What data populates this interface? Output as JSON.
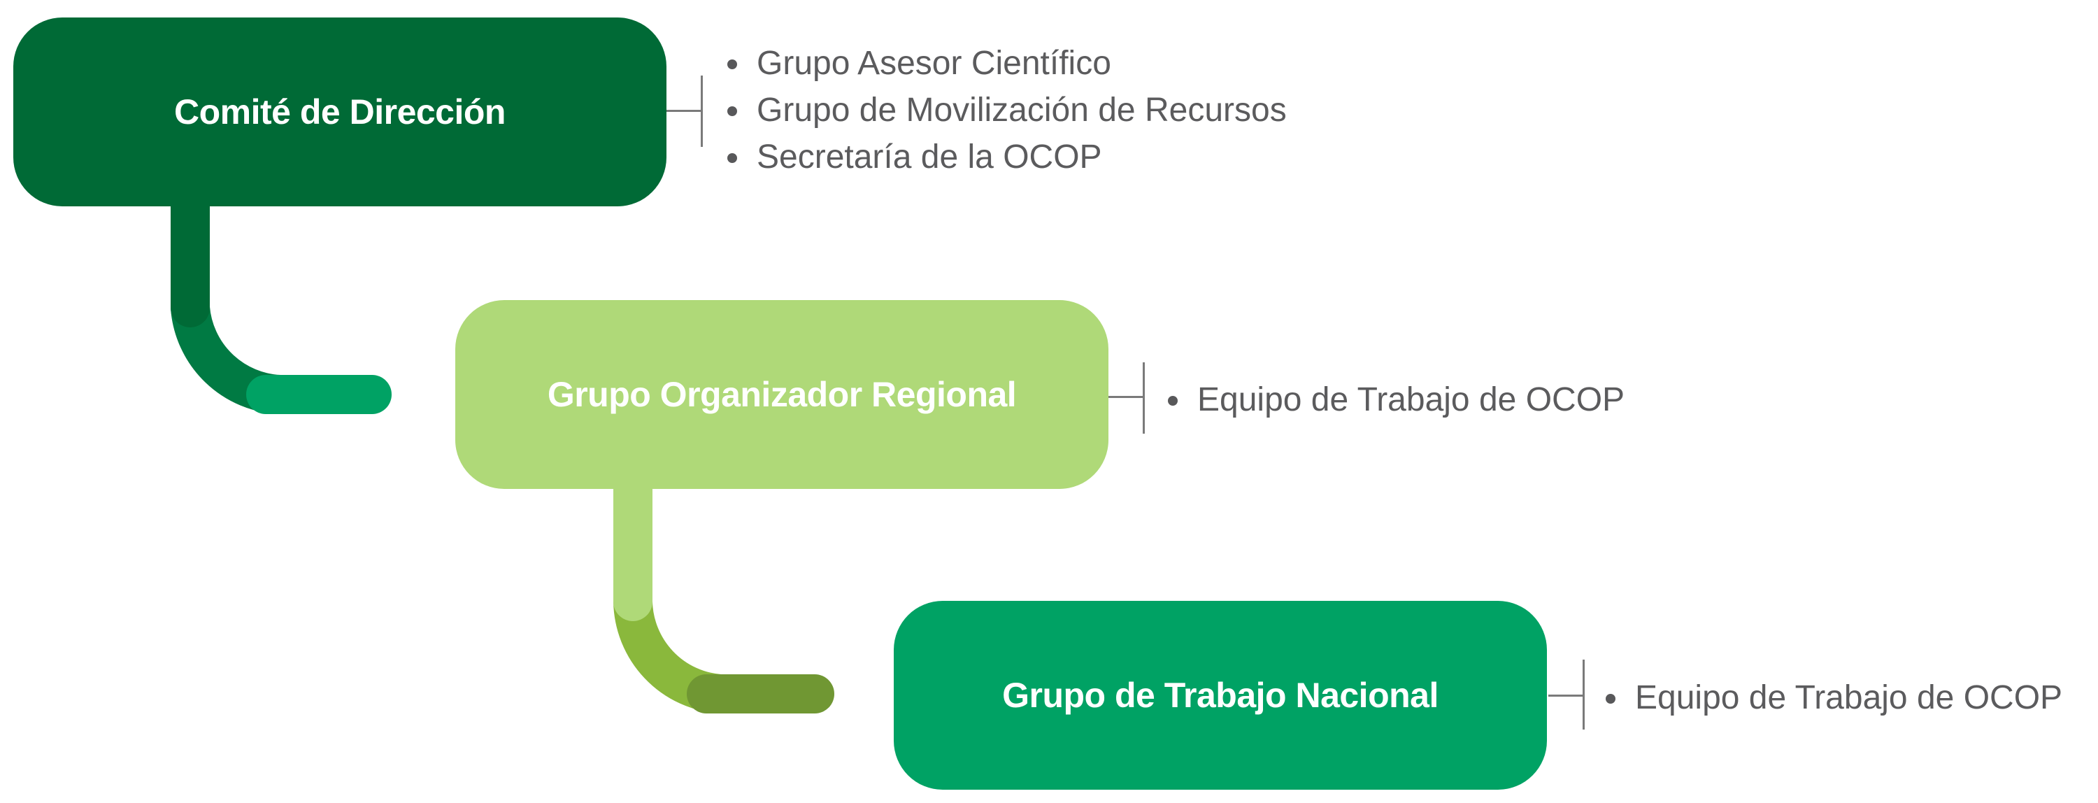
{
  "diagram": {
    "type": "hierarchical-org-chart",
    "colors": {
      "box1": "#006a36",
      "box2": "#afd978",
      "box3": "#00a264",
      "connector1_vertical": "#006a36",
      "connector1_curve": "#007a43",
      "connector1_horizontal": "#00a264",
      "connector2_vertical": "#afd978",
      "connector2_curve": "#8ab83c",
      "connector2_horizontal": "#709733",
      "bracket": "#7a7a7a",
      "list_text": "#5b5b5d",
      "box_text": "#ffffff"
    },
    "levels": [
      {
        "label": "Comité de Dirección",
        "items": [
          "Grupo Asesor Científico",
          "Grupo de Movilización de Recursos",
          "Secretaría de la OCOP"
        ]
      },
      {
        "label": "Grupo Organizador Regional",
        "items": [
          "Equipo de Trabajo de OCOP"
        ]
      },
      {
        "label": "Grupo de Trabajo Nacional",
        "items": [
          "Equipo de Trabajo de OCOP"
        ]
      }
    ]
  }
}
